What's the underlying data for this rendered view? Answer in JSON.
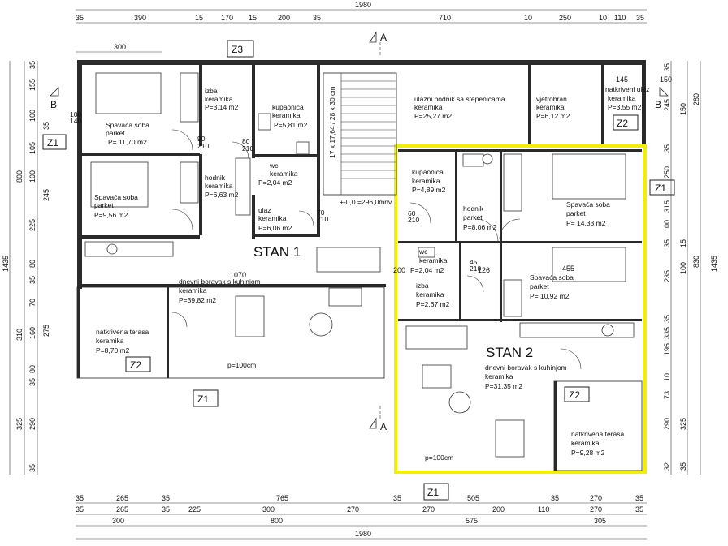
{
  "dimensions": {
    "overall_top": "1980",
    "top_segments": [
      "35",
      "390",
      "15",
      "170",
      "15",
      "200",
      "35",
      "710",
      "10",
      "250",
      "10",
      "110",
      "35"
    ],
    "top_left_300": "300",
    "overall_bottom": "1980",
    "bottom_row1": [
      "35",
      "265",
      "35",
      "765",
      "35",
      "505",
      "35",
      "270",
      "35"
    ],
    "bottom_row2": [
      "35",
      "265",
      "35",
      "225",
      "300",
      "270",
      "270",
      "200",
      "110",
      "270",
      "35"
    ],
    "bottom_row3": [
      "300",
      "800",
      "575",
      "305"
    ],
    "left_total": "1435",
    "left_800": "800",
    "left_310": "310",
    "left_325": "325",
    "left_inner": [
      "35",
      "155",
      "100",
      "105",
      "100",
      "245",
      "225",
      "80",
      "35",
      "70",
      "160",
      "275",
      "80",
      "35",
      "290",
      "35",
      "35"
    ],
    "right_total": "1435",
    "right_830": "830",
    "right_280": "280",
    "right_inner": [
      "35",
      "245",
      "35",
      "250",
      "315",
      "100",
      "35",
      "235",
      "35",
      "335",
      "195",
      "10",
      "73",
      "290",
      "32"
    ],
    "right_inner2": [
      "15",
      "150",
      "100",
      "35",
      "325"
    ],
    "segment_145": "145",
    "segment_150": "150",
    "dim_1070": "1070",
    "dim_455": "455"
  },
  "labels": {
    "stan1": "STAN 1",
    "stan2": "STAN 2",
    "section_a": "A",
    "section_b": "B",
    "z1": "Z1",
    "z2": "Z2",
    "z3": "Z3",
    "level": "+-0,0 =296,0mnv",
    "stairs": "17 x 17,64 / 28 x 30 cm",
    "parapet": "p=100cm"
  },
  "rooms": [
    {
      "name": "Spavaća soba",
      "floor": "parket",
      "area": "P= 11,70 m2"
    },
    {
      "name": "izba",
      "floor": "keramika",
      "area": "P=3,14 m2"
    },
    {
      "name": "kupaonica",
      "floor": "keramika",
      "area": "P=5,81 m2"
    },
    {
      "name": "ulazni hodnik sa stepenicama",
      "floor": "keramika",
      "area": "P=25,27 m2"
    },
    {
      "name": "vjetrobran",
      "floor": "keramika",
      "area": "P=6,12 m2"
    },
    {
      "name": "natkriveni ulaz",
      "floor": "keramika",
      "area": "P=3,55 m2"
    },
    {
      "name": "hodnik",
      "floor": "keramika",
      "area": "P=6,63 m2"
    },
    {
      "name": "wc",
      "floor": "keramika",
      "area": "P=2,04 m2"
    },
    {
      "name": "Spavaća soba",
      "floor": "parket",
      "area": "P=9,56 m2"
    },
    {
      "name": "ulaz",
      "floor": "keramika",
      "area": "P=6,06 m2"
    },
    {
      "name": "dnevni boravak s kuhinjom",
      "floor": "keramika",
      "area": "P=39,82 m2"
    },
    {
      "name": "natkrivena terasa",
      "floor": "keramika",
      "area": "P=8,70 m2"
    },
    {
      "name": "kupaonica",
      "floor": "keramika",
      "area": "P=4,89 m2"
    },
    {
      "name": "hodnik",
      "floor": "parket",
      "area": "P=8,06 m2"
    },
    {
      "name": "Spavaća soba",
      "floor": "parket",
      "area": "P= 14,33 m2"
    },
    {
      "name": "wc",
      "floor": "keramika",
      "area": "P=2,04 m2"
    },
    {
      "name": "Spavaća soba",
      "floor": "parket",
      "area": "P= 10,92 m2"
    },
    {
      "name": "izba",
      "floor": "keramika",
      "area": "P=2,67 m2"
    },
    {
      "name": "dnevni boravak s kuhinjom",
      "floor": "keramika",
      "area": "P=31,35 m2"
    },
    {
      "name": "natkrivena terasa",
      "floor": "keramika",
      "area": "P=9,28 m2"
    }
  ],
  "door_marks": [
    "90",
    "210",
    "80",
    "210",
    "70",
    "210",
    "100",
    "140",
    "60",
    "210",
    "45",
    "210",
    "200",
    "126"
  ],
  "colors": {
    "highlight": "#f2ef00",
    "wall": "#2a2a2a",
    "line": "#333333"
  }
}
